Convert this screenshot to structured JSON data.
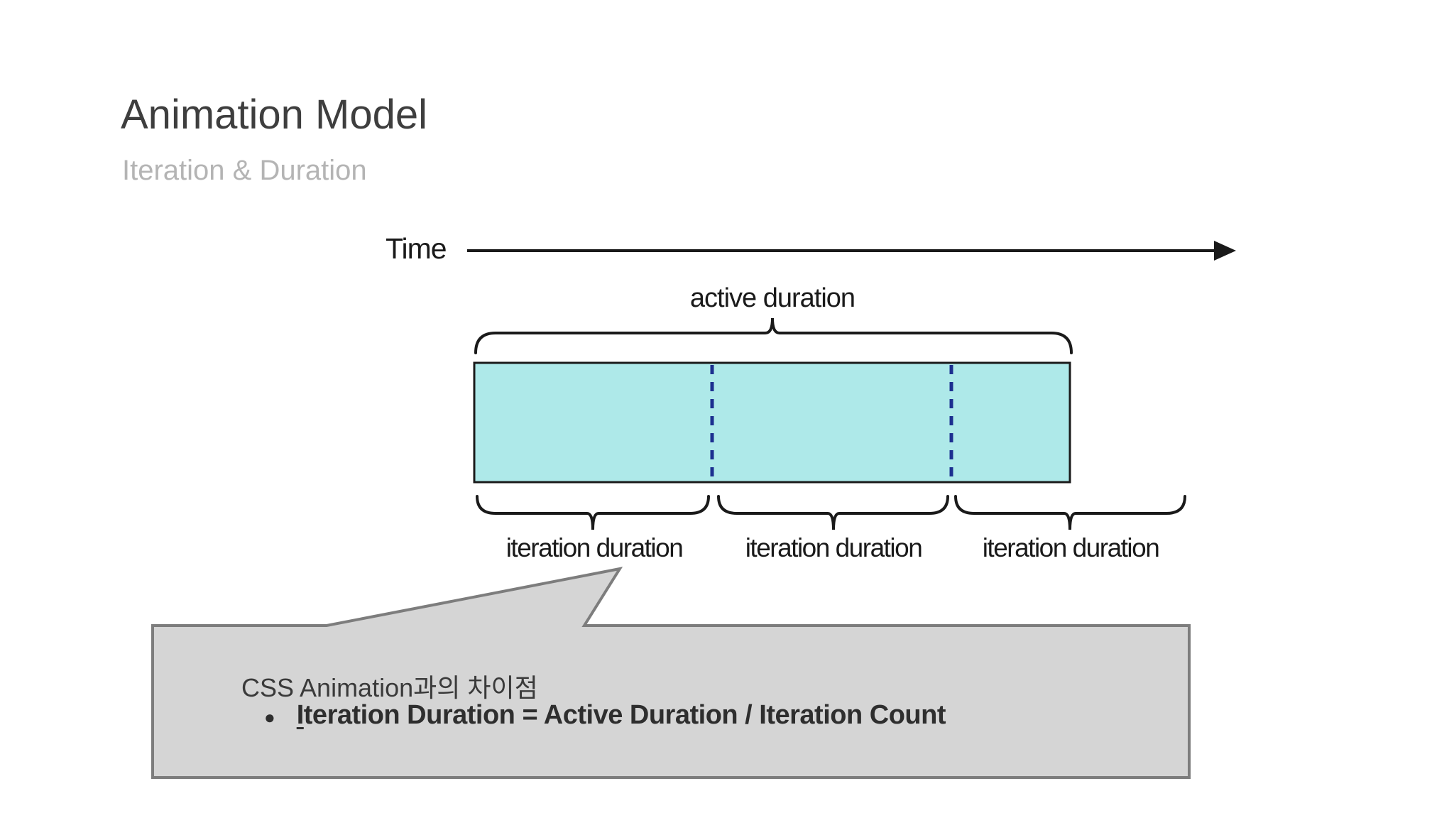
{
  "slide": {
    "title": "Animation Model",
    "subtitle": "Iteration & Duration"
  },
  "diagram": {
    "time_label": "Time",
    "active_duration_label": "active duration",
    "iteration_labels": {
      "0": "iteration duration",
      "1": "iteration duration",
      "2": "iteration duration"
    }
  },
  "callout": {
    "line1": "CSS Animation과의 차이점",
    "bullet_glyph": "●",
    "bullet_underlined": "I",
    "bullet_rest": "teration Duration = Active Duration / Iteration Count"
  },
  "colors": {
    "bar_fill": "#aee9e9",
    "bar_border": "#1a1a1a",
    "dash_blue": "#1c2f90",
    "line_black": "#1a1a1a",
    "bubble_fill": "#d5d5d5",
    "bubble_border": "#7d7d7d"
  }
}
